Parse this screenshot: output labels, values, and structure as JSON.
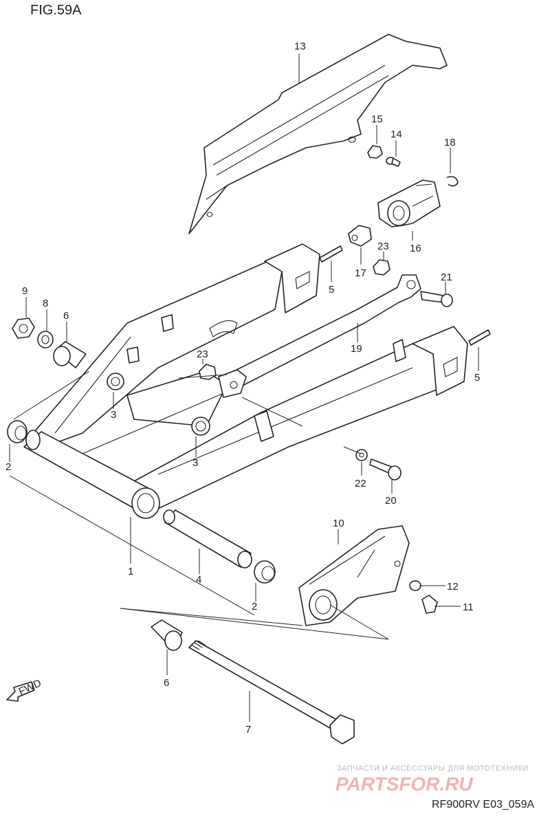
{
  "figure": {
    "title": "FIG.59A",
    "code": "RF900RV E03_059A"
  },
  "watermark": {
    "tagline": "ЗАПЧАСТИ И АКСЕССУАРЫ ДЛЯ МОТОТЕХНИКИ",
    "logo_text": "PARTSFOR.RU",
    "logo_color": "#f3b3b3"
  },
  "fwd_label": "FWD",
  "callouts": {
    "c1": "1",
    "c2a": "2",
    "c2b": "2",
    "c3a": "3",
    "c3b": "3",
    "c4": "4",
    "c5a": "5",
    "c5b": "5",
    "c6a": "6",
    "c6b": "6",
    "c7": "7",
    "c8": "8",
    "c9": "9",
    "c10": "10",
    "c11": "11",
    "c12": "12",
    "c13": "13",
    "c14": "14",
    "c15": "15",
    "c16": "16",
    "c17": "17",
    "c18": "18",
    "c19": "19",
    "c20": "20",
    "c21": "21",
    "c22": "22",
    "c23a": "23",
    "c23b": "23"
  }
}
